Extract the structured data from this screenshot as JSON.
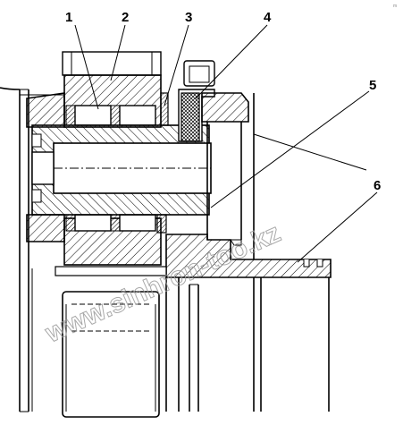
{
  "callouts": [
    {
      "id": "1",
      "label": "1"
    },
    {
      "id": "2",
      "label": "2"
    },
    {
      "id": "3",
      "label": "3"
    },
    {
      "id": "4",
      "label": "4"
    },
    {
      "id": "5",
      "label": "5"
    },
    {
      "id": "6",
      "label": "6"
    }
  ],
  "watermark": "www.sinhron-too.kz",
  "corner_mark": "m"
}
